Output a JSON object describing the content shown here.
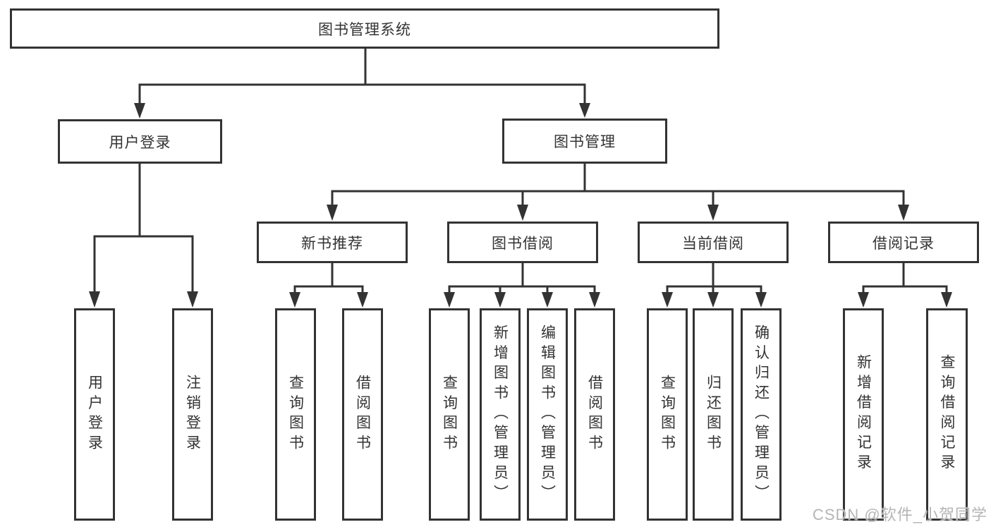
{
  "nodes": {
    "root": {
      "label": "图书管理系统"
    },
    "level2": [
      {
        "label": "用户登录"
      },
      {
        "label": "图书管理"
      }
    ],
    "level3": [
      {
        "label": "新书推荐"
      },
      {
        "label": "图书借阅"
      },
      {
        "label": "当前借阅"
      },
      {
        "label": "借阅记录"
      }
    ],
    "leaves_user_login": [
      {
        "label": "用户登录"
      },
      {
        "label": "注销登录"
      }
    ],
    "leaves_new_book": [
      {
        "label": "查询图书"
      },
      {
        "label": "借阅图书"
      }
    ],
    "leaves_book_borrow": [
      {
        "label": "查询图书"
      },
      {
        "label": "新增图书（管理员）"
      },
      {
        "label": "编辑图书（管理员）"
      },
      {
        "label": "借阅图书"
      }
    ],
    "leaves_current_borrow": [
      {
        "label": "查询图书"
      },
      {
        "label": "归还图书"
      },
      {
        "label": "确认归还（管理员）"
      }
    ],
    "leaves_borrow_record": [
      {
        "label": "新增借阅记录"
      },
      {
        "label": "查询借阅记录"
      }
    ]
  },
  "watermark": "CSDN @软件_小贺同学",
  "colors": {
    "line": "#333333",
    "text": "#333333",
    "box_background": "#ffffff",
    "page_background": "#ffffff",
    "watermark": "#b5b5b5"
  }
}
